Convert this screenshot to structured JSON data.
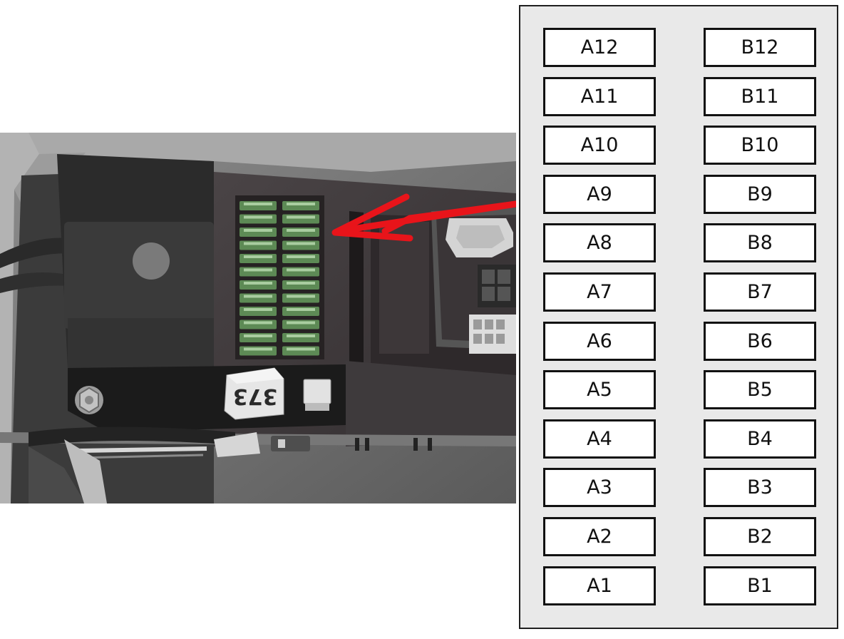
{
  "photo": {
    "relay_label": "373"
  },
  "fuse_panel": {
    "column_a": [
      "A12",
      "A11",
      "A10",
      "A9",
      "A8",
      "A7",
      "A6",
      "A5",
      "A4",
      "A3",
      "A2",
      "A1"
    ],
    "column_b": [
      "B12",
      "B11",
      "B10",
      "B9",
      "B8",
      "B7",
      "B6",
      "B5",
      "B4",
      "B3",
      "B2",
      "B1"
    ]
  },
  "colors": {
    "arrow": "#e8141a",
    "fuse_green": "#5d8a55",
    "panel_background": "#e9e9e9",
    "slot_border": "#111111"
  },
  "icons": [
    "red-pointer-arrow-icon",
    "bolt-icon"
  ]
}
